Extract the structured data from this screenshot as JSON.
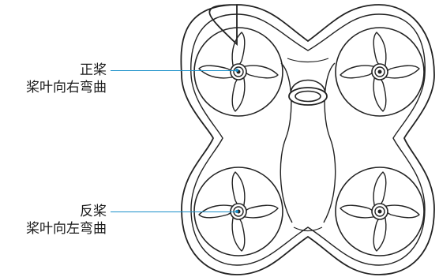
{
  "colors": {
    "outline": "#222222",
    "leader": "#1a8fc9",
    "background": "#ffffff"
  },
  "labels": {
    "forward_prop": {
      "line1": "正桨",
      "line2": "桨叶向右弯曲"
    },
    "reverse_prop": {
      "line1": "反桨",
      "line2": "桨叶向左弯曲"
    }
  },
  "icons": [
    "drone-frame-icon",
    "propeller-icon",
    "camera-lens-icon"
  ]
}
